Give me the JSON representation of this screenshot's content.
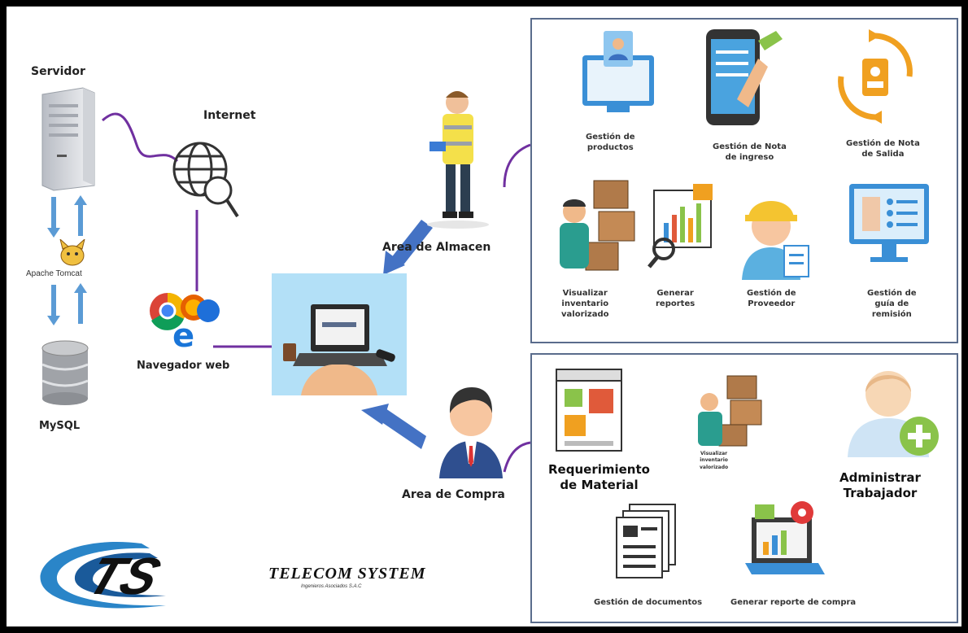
{
  "left": {
    "server_label": "Servidor",
    "internet_label": "Internet",
    "tomcat_label": "Apache Tomcat",
    "mysql_label": "MySQL",
    "browser_label": "Navegador web"
  },
  "areas": {
    "almacen_label": "Area de Almacen",
    "compra_label": "Area de Compra"
  },
  "almacen_panel": {
    "gestion_productos": [
      "Gestión de",
      "productos"
    ],
    "nota_ingreso": [
      "Gestión de Nota",
      "de ingreso"
    ],
    "nota_salida": [
      "Gestión de Nota",
      "de  Salida"
    ],
    "inventario": [
      "Visualizar",
      "inventario",
      "valorizado"
    ],
    "reportes": [
      "Generar",
      "reportes"
    ],
    "proveedor": [
      "Gestión de",
      "Proveedor"
    ],
    "guia": [
      "Gestión de",
      "guía de",
      "remisión"
    ]
  },
  "compra_panel": {
    "requerimiento": [
      "Requerimiento",
      "de Material"
    ],
    "inventario_small": [
      "Visualizar",
      "inventario",
      "valorizado"
    ],
    "administrar": [
      "Administrar",
      "Trabajador"
    ],
    "documentos": "Gestión de documentos",
    "reporte_compra": "Generar reporte de compra"
  },
  "logo": {
    "name": "TELECOM SYSTEM",
    "subtitle": "Ingenieros Asociados S.A.C"
  },
  "colors": {
    "panel_border": "#5a6c8c",
    "connector_purple": "#7030a0",
    "arrow_blue": "#4472c4",
    "laptop_bg": "#b3e0f7"
  }
}
